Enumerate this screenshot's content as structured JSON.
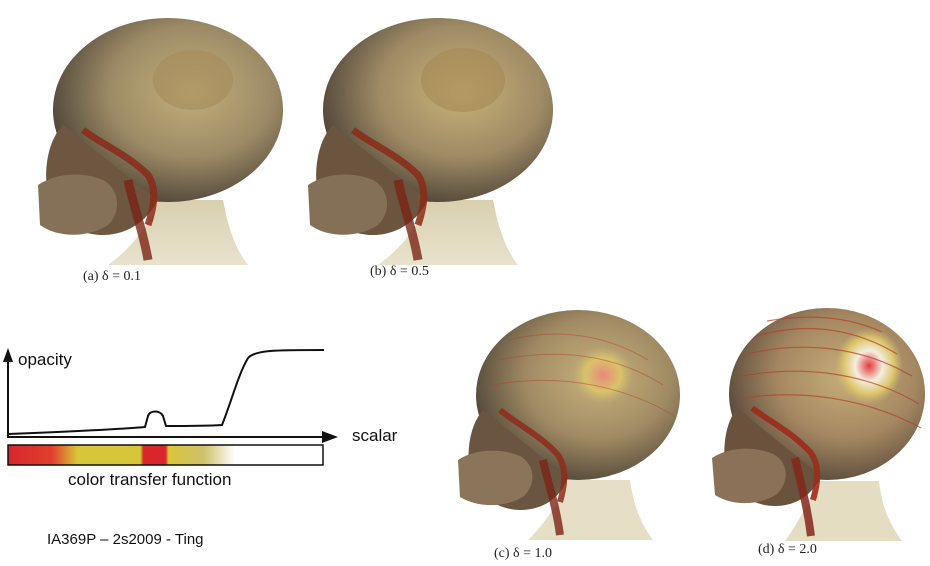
{
  "panels": [
    {
      "id": "a",
      "caption": "(a) δ = 0.1",
      "variant": "plain"
    },
    {
      "id": "b",
      "caption": "(b) δ = 0.5",
      "variant": "plain"
    },
    {
      "id": "c",
      "caption": "(c) δ = 1.0",
      "variant": "mild"
    },
    {
      "id": "d",
      "caption": "(d) δ = 2.0",
      "variant": "strong"
    }
  ],
  "diagram": {
    "opacity_label": "opacity",
    "scalar_label": "scalar",
    "color_tf_label": "color transfer function"
  },
  "footer": "IA369P – 2s2009 - Ting",
  "colors": {
    "bone": "#b7a98c",
    "bone_dark": "#6c5a45",
    "vessel": "#8a2a18",
    "tf_red": "#d8262c",
    "tf_yellow": "#d8c63a",
    "tf_white": "#ffffff"
  }
}
